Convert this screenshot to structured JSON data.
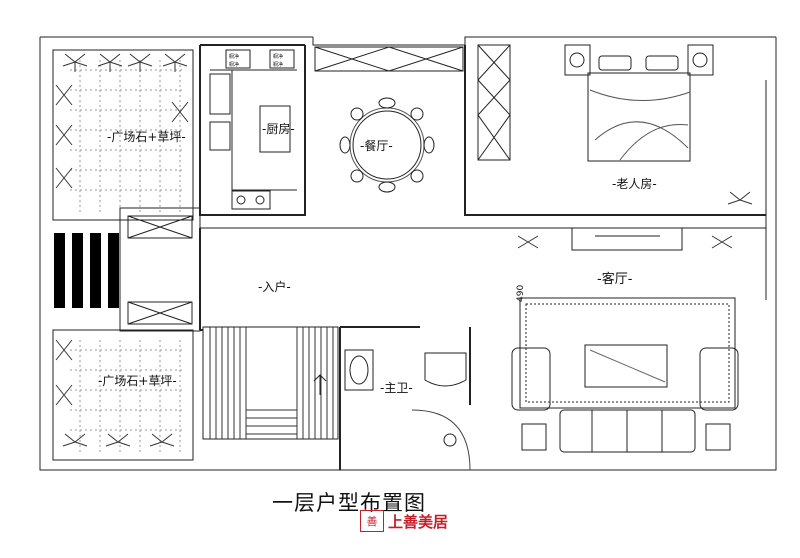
{
  "plan": {
    "title": "一层户型布置图",
    "rooms": {
      "courtyard_top": "-广场石+草坪-",
      "courtyard_bottom": "-广场石+草坪-",
      "kitchen": "-厨房-",
      "dining": "-餐厅-",
      "elder_room": "-老人房-",
      "entrance": "-入户-",
      "living": "-客厅-",
      "main_bath": "-主卫-"
    },
    "dimension": "490",
    "cabinet_labels": [
      "橱净",
      "橱净",
      "橱净",
      "橱净"
    ]
  },
  "watermark": {
    "mark": "善",
    "name": "上善美居"
  }
}
